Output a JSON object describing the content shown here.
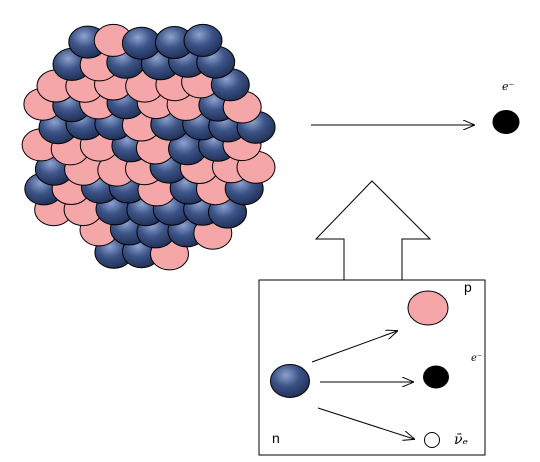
{
  "labels": {
    "emitted_electron": "e⁻",
    "proton": "p",
    "electron": "e⁻",
    "antineutrino": "ν̄ₑ",
    "neutron": "n"
  },
  "colors": {
    "proton_fill": "#f4a6a9",
    "neutron_fill": "#3d5488",
    "electron_fill": "#000000",
    "antineutrino_fill": "#ffffff",
    "stroke": "#000000"
  },
  "nucleus": {
    "particle_types": [
      "proton",
      "neutron"
    ]
  }
}
